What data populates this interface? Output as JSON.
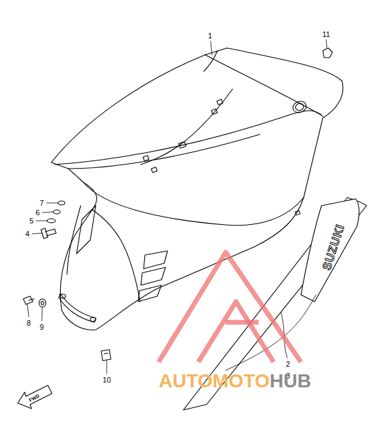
{
  "diagram": {
    "labels": [
      "1",
      "11",
      "7",
      "6",
      "5",
      "4",
      "8",
      "9",
      "10",
      "2",
      "3",
      "SUZUKI",
      "FWD",
      "AUTOMOTO",
      "HUB"
    ]
  }
}
